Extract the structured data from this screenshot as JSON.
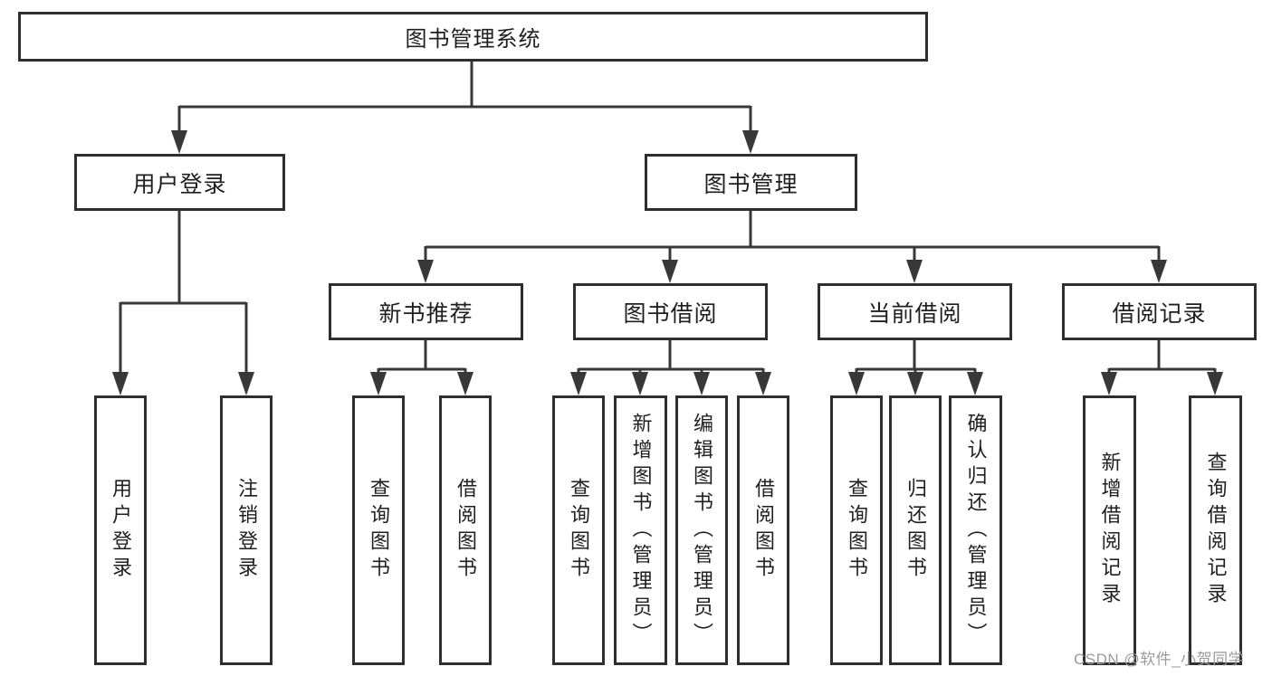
{
  "diagram": {
    "title": "图书管理系统",
    "type": "tree",
    "tree": {
      "label": "图书管理系统",
      "children": [
        {
          "label": "用户登录",
          "children": [
            {
              "label": "用户登录"
            },
            {
              "label": "注销登录"
            }
          ]
        },
        {
          "label": "图书管理",
          "children": [
            {
              "label": "新书推荐",
              "children": [
                {
                  "label": "查询图书"
                },
                {
                  "label": "借阅图书"
                }
              ]
            },
            {
              "label": "图书借阅",
              "children": [
                {
                  "label": "查询图书"
                },
                {
                  "label": "新增图书（管理员）"
                },
                {
                  "label": "编辑图书（管理员）"
                },
                {
                  "label": "借阅图书"
                }
              ]
            },
            {
              "label": "当前借阅",
              "children": [
                {
                  "label": "查询图书"
                },
                {
                  "label": "归还图书"
                },
                {
                  "label": "确认归还（管理员）"
                }
              ]
            },
            {
              "label": "借阅记录",
              "children": [
                {
                  "label": "新增借阅记录"
                },
                {
                  "label": "查询借阅记录"
                }
              ]
            }
          ]
        }
      ]
    },
    "colors": {
      "line": "#383838",
      "box_border": "#2e2e2e",
      "box_fill": "#ffffff",
      "background": "#ffffff",
      "watermark_text": "#9b9b9b"
    }
  },
  "watermark": "CSDN @软件_小贺同学"
}
